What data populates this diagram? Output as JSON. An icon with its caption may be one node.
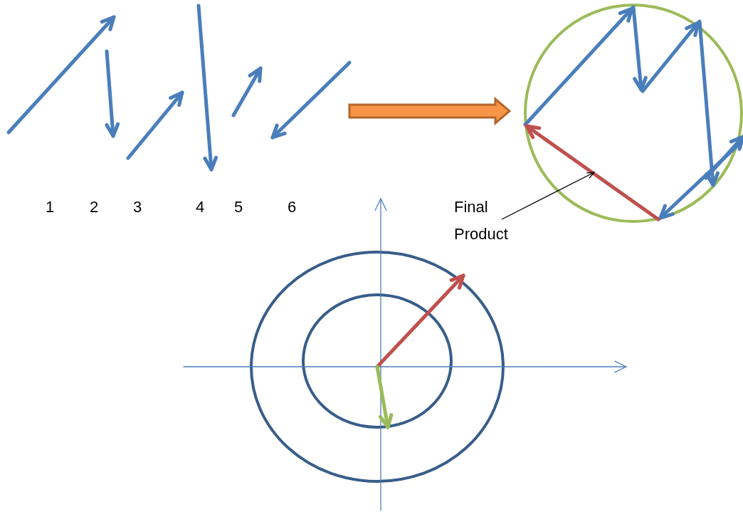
{
  "diagram": {
    "nodes": [
      {
        "text": [
          "Final Product"
        ]
      },
      {
        "text": [],
        "shape": "arrow"
      }
    ],
    "edges": [
      {
        "from": 0,
        "to": 1,
        "arrow": "to"
      }
    ],
    "labels": [
      "1",
      "2",
      "3",
      "4",
      "5",
      "6"
    ]
  }
}
